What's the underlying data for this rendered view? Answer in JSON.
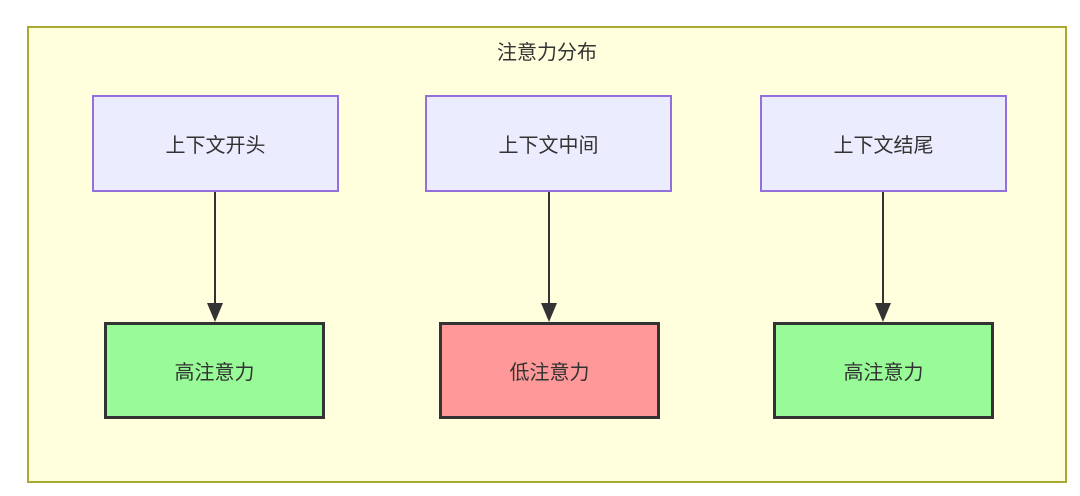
{
  "diagram": {
    "title": "注意力分布",
    "columns": [
      {
        "source": "上下文开头",
        "target": "高注意力",
        "target_type": "high"
      },
      {
        "source": "上下文中间",
        "target": "低注意力",
        "target_type": "low"
      },
      {
        "source": "上下文结尾",
        "target": "高注意力",
        "target_type": "high"
      }
    ],
    "colors": {
      "canvas_bg": "#ffffff",
      "container_bg": "#ffffde",
      "container_border": "#aaaa33",
      "source_bg": "#ececff",
      "source_border": "#9370db",
      "high_attention_bg": "#98fb98",
      "low_attention_bg": "#ff9999",
      "target_border": "#333333",
      "text": "#333333",
      "arrow": "#333333"
    }
  }
}
